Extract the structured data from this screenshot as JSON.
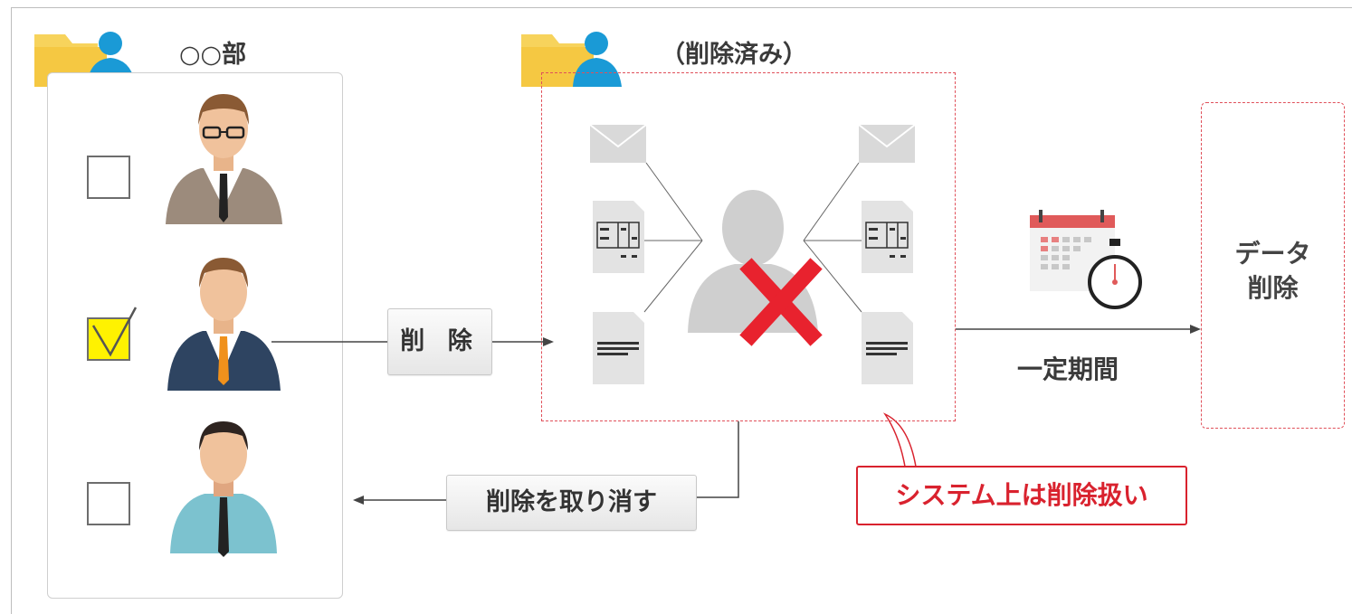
{
  "department": {
    "title": "○○部",
    "members": [
      {
        "name": "member-glasses",
        "checked": false
      },
      {
        "name": "member-orange-tie",
        "checked": true
      },
      {
        "name": "member-blue-shirt",
        "checked": false
      }
    ]
  },
  "deleted_folder": {
    "title": "（削除済み）"
  },
  "actions": {
    "delete_label": "削 除",
    "undo_label": "削除を取り消す"
  },
  "period": {
    "label": "一定期間"
  },
  "data_deletion": {
    "line1": "データ",
    "line2": "削除"
  },
  "callout": {
    "text": "システム上は削除扱い"
  },
  "colors": {
    "accent_red": "#d9222e",
    "folder_yellow": "#f7d35c",
    "person_blue": "#1a9ad6",
    "check_yellow": "#fff200"
  },
  "icons": [
    "folder-user-icon",
    "envelope-icon",
    "spreadsheet-icon",
    "document-icon",
    "person-silhouette-icon",
    "delete-x-icon",
    "calendar-icon",
    "stopwatch-icon"
  ]
}
